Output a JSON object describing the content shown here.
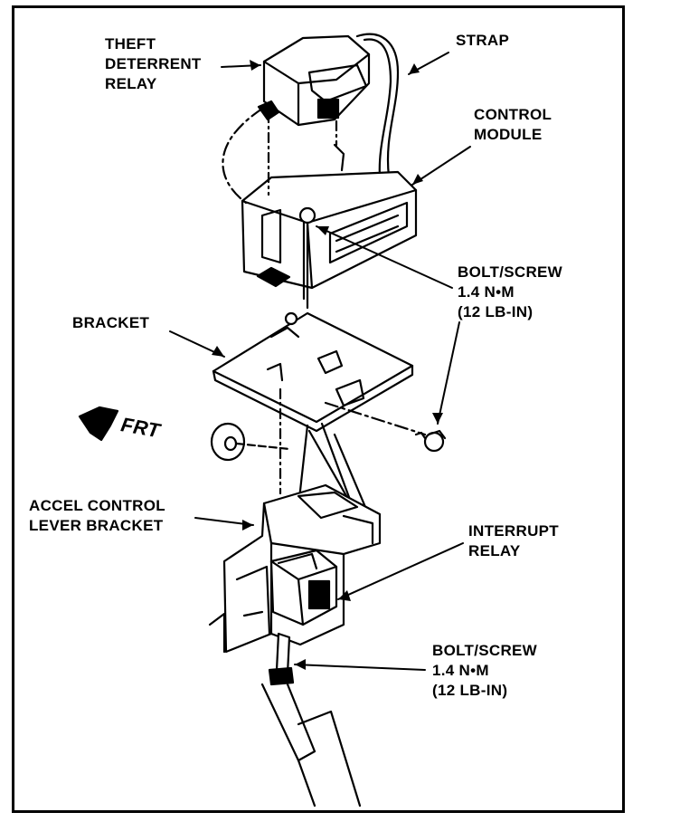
{
  "labels": {
    "theft_relay": [
      "THEFT",
      "DETERRENT",
      "RELAY"
    ],
    "strap": "STRAP",
    "control_module": [
      "CONTROL",
      "MODULE"
    ],
    "bolt_top": [
      "BOLT/SCREW",
      "1.4 N•M",
      "(12 LB-IN)"
    ],
    "bracket": "BRACKET",
    "frt": "FRT",
    "accel_bracket": [
      "ACCEL CONTROL",
      "LEVER BRACKET"
    ],
    "interrupt_relay": [
      "INTERRUPT",
      "RELAY"
    ],
    "bolt_bottom": [
      "BOLT/SCREW",
      "1.4 N•M",
      "(12 LB-IN)"
    ]
  },
  "colors": {
    "ink": "#000000",
    "paper": "#ffffff"
  },
  "icons": {
    "front": "arrow-front-icon"
  }
}
